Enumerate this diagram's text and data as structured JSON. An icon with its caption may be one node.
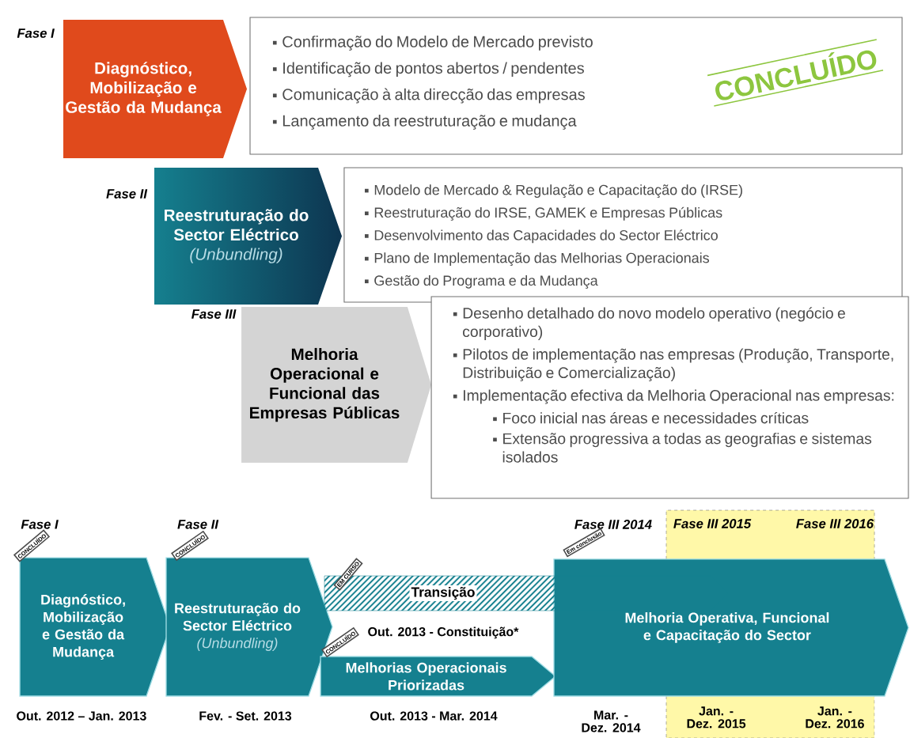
{
  "diagram": {
    "nodes": [
      {
        "text": [
          "Diagnóstico, Mobilização e Gestão da Mudança"
        ],
        "beside": [
          "Fase I"
        ]
      },
      {
        "text": [
          "Confirmação do Modelo de Mercado previsto",
          "Identificação de pontos abertos / pendentes",
          "Comunicação à alta direcção das empresas",
          "Lançamento da reestruturação e mudança"
        ]
      },
      {
        "text": [
          "Reestruturação do Sector Eléctrico",
          "(Unbundling)"
        ],
        "beside": [
          "Fase II"
        ]
      },
      {
        "text": [
          "Modelo de Mercado & Regulação e Capacitação do (IRSE)",
          "Reestruturação do IRSE, GAMEK e Empresas Públicas",
          "Desenvolvimento das Capacidades do Sector Eléctrico",
          "Plano de Implementação das Melhorias Operacionais",
          "Gestão do Programa e da Mudança"
        ]
      },
      {
        "text": [
          "Melhoria Operacional e Funcional das Empresas Públicas"
        ],
        "beside": [
          "Fase III"
        ]
      },
      {
        "text": [
          "Desenho detalhado do novo modelo operativo (negócio e corporativo)",
          "Pilotos de implementação nas empresas (Produção, Transporte, Distribuição e Comercialização)",
          "Implementação efectiva da Melhoria Operacional nas empresas:",
          "Foco inicial nas áreas e necessidades críticas",
          "Extensão progressiva a todas as geografias e sistemas isolados"
        ]
      },
      {
        "text": [
          "Diagnóstico, Mobilização e Gestão da Mudança"
        ],
        "beside": [
          "Fase I",
          "CONCLUÍDO",
          "Out. 2012 – Jan. 2013"
        ]
      },
      {
        "text": [
          "Reestruturação do Sector Eléctrico",
          "(Unbundling)"
        ],
        "beside": [
          "Fase II",
          "CONCLUÍDO",
          "Fev. - Set. 2013"
        ]
      },
      {
        "text": [
          "Transição"
        ],
        "beside": [
          "EM CURSO",
          "Out. 2013 - Constituição*"
        ]
      },
      {
        "text": [
          "Melhorias Operacionais Priorizadas"
        ],
        "beside": [
          "CONCLUÍDO",
          "Out. 2013 - Mar. 2014"
        ]
      },
      {
        "text": [
          "Melhoria Operativa, Funcional e Capacitação do Sector"
        ],
        "beside": [
          "Fase III 2014",
          "Em conclusão",
          "Mar. - Dez. 2014"
        ]
      },
      {
        "text": [
          "Fase III 2015",
          "Fase III 2016"
        ]
      },
      {
        "text": [
          "Jan. - Dez. 2015",
          "Jan. - Dez. 2016"
        ]
      }
    ],
    "labels": [
      "CONCLUÍDO"
    ]
  }
}
